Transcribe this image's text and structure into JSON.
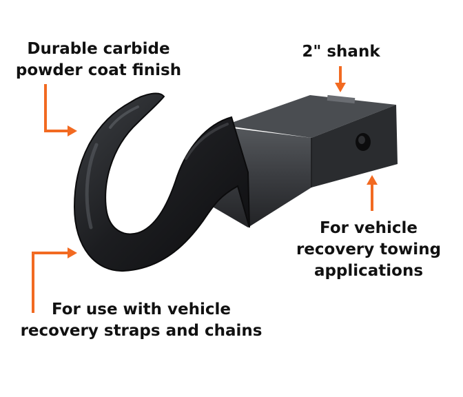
{
  "accent_color": "#f26a21",
  "product_color": "#2b2d30",
  "callouts": {
    "finish": [
      "Durable carbide",
      "powder coat finish"
    ],
    "shank": [
      "2\" shank"
    ],
    "recovery": [
      "For vehicle",
      "recovery towing",
      "applications"
    ],
    "straps": [
      "For use with vehicle",
      "recovery straps and chains"
    ]
  }
}
